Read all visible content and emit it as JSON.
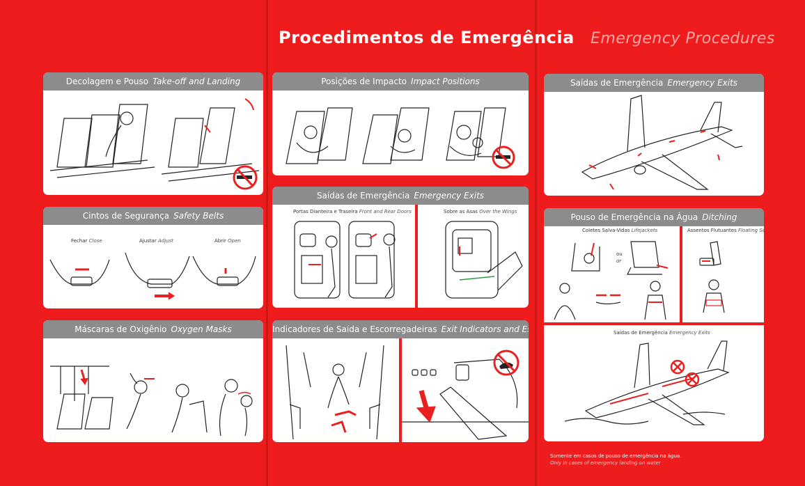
{
  "titles": {
    "pt": "Procedimentos de Emergência",
    "en": "Emergency Procedures"
  },
  "panels": {
    "takeoff": {
      "pt": "Decolagem e Pouso",
      "en": "Take-off and Landing"
    },
    "belts": {
      "pt": "Cintos de Segurança",
      "en": "Safety Belts",
      "steps": [
        {
          "pt": "Fechar",
          "en": "Close"
        },
        {
          "pt": "Ajustar",
          "en": "Adjust"
        },
        {
          "pt": "Abrir",
          "en": "Open"
        }
      ]
    },
    "masks": {
      "pt": "Máscaras de Oxigênio",
      "en": "Oxygen Masks"
    },
    "impact": {
      "pt": "Posições de Impacto",
      "en": "Impact Positions"
    },
    "exits_mid": {
      "pt": "Saídas de Emergência",
      "en": "Emergency Exits",
      "left_caption": {
        "pt": "Portas Dianteira e Traseira",
        "en": "Front and Rear Doors"
      },
      "right_caption": {
        "pt": "Sobre as Asas",
        "en": "Over the Wings"
      }
    },
    "indicators": {
      "pt": "Indicadores de Saída e Escorregadeiras",
      "en": "Exit Indicators and Escape Slides"
    },
    "exits_right": {
      "pt": "Saídas de Emergência",
      "en": "Emergency Exits"
    },
    "ditching": {
      "pt": "Pouso de Emergência na Água",
      "en": "Ditching",
      "lifejackets": {
        "pt": "Coletes Salva-Vidas",
        "en": "Lifejackets"
      },
      "seats": {
        "pt": "Assentos Flutuantes",
        "en": "Floating Seats"
      },
      "or_pt": "ou",
      "or_en": "or",
      "exits": {
        "pt": "Saídas de Emergência",
        "en": "Emergency Exits"
      }
    }
  },
  "footer": {
    "pt": "Somente em casos de pouso de emergência na água.",
    "en": "Only in cases of emergency landing on water"
  },
  "colors": {
    "background": "#ee1c1c",
    "header": "#8c8c8c",
    "accent": "#e8201f"
  }
}
